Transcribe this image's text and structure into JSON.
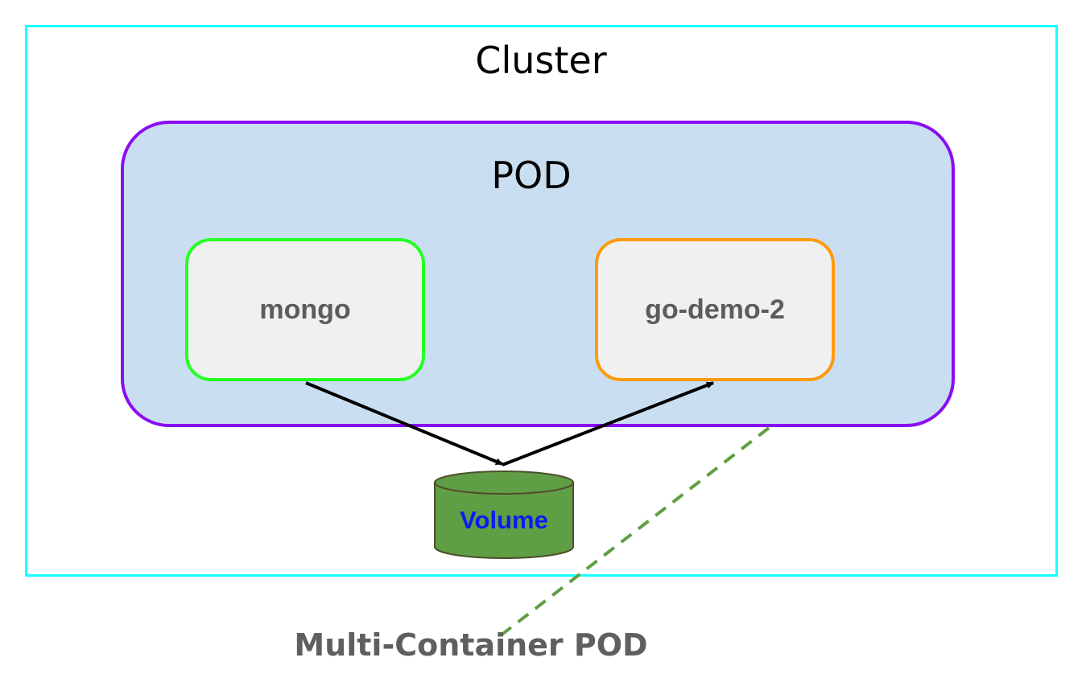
{
  "cluster": {
    "label": "Cluster"
  },
  "pod": {
    "label": "POD"
  },
  "containers": [
    {
      "name": "mongo"
    },
    {
      "name": "go-demo-2"
    }
  ],
  "volume": {
    "label": "Volume"
  },
  "callout": {
    "label": "Multi-Container POD"
  },
  "colors": {
    "cluster_border": "#19ffff",
    "pod_fill": "#c9dff1",
    "pod_border": "#8b0df2",
    "mongo_border": "#26ff26",
    "go_demo_border": "#ff9a10",
    "container_fill": "#f0f0f0",
    "volume_fill": "#609e45",
    "volume_text": "#0a1cf2",
    "callout_line": "#609e45"
  }
}
